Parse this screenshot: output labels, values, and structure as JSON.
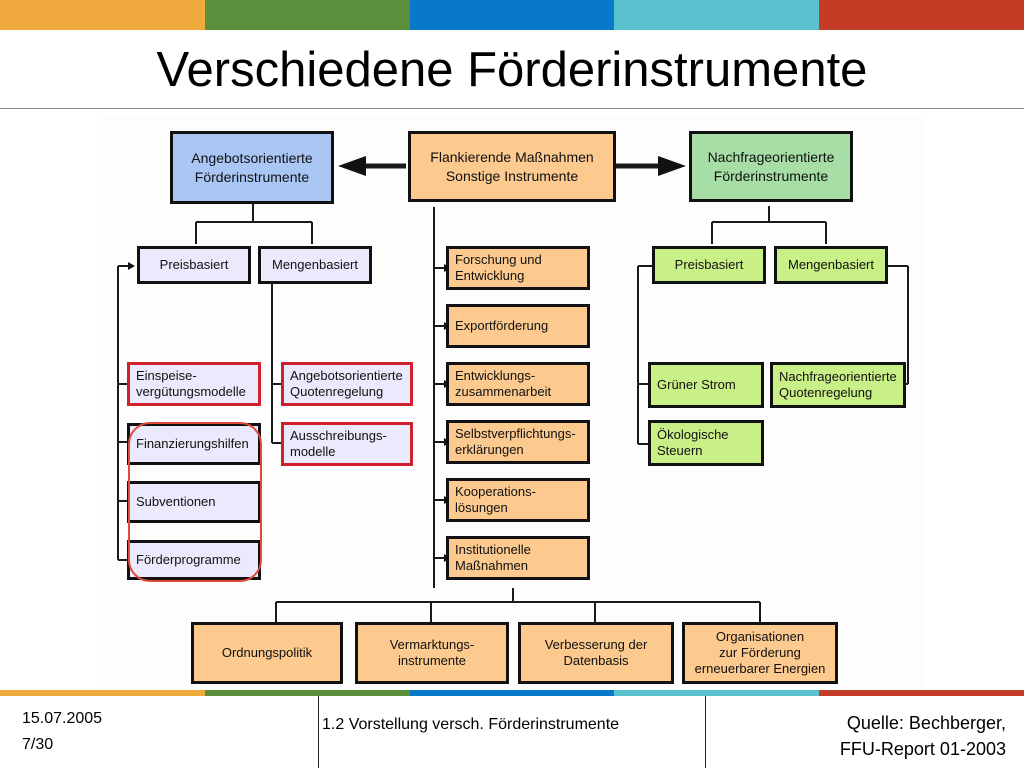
{
  "slide": {
    "title": "Verschiedene Förderinstrumente",
    "accent_colors": [
      "#f0a93c",
      "#5b8f3c",
      "#0779c8",
      "#5ac2cf",
      "#c33a25"
    ]
  },
  "diagram": {
    "top": {
      "supply": "Angebotsorientierte\nFörderinstrumente",
      "flank": "Flankierende Maßnahmen\nSonstige Instrumente",
      "demand": "Nachfrageorientierte\nFörderinstrumente"
    },
    "supply_side": {
      "price_based": "Preisbasiert",
      "quantity_based": "Mengenbasiert",
      "price_items": [
        "Einspeise-\nvergütungsmodelle",
        "Finanzierungshilfen",
        "Subventionen",
        "Förderprogramme"
      ],
      "quantity_items": [
        "Angebotsorientierte\nQuotenregelung",
        "Ausschreibungs-\nmodelle"
      ]
    },
    "flank_items": [
      "Forschung und\nEntwicklung",
      "Exportförderung",
      "Entwicklungs-\nzusammenarbeit",
      "Selbstverpflichtungs-\nerklärungen",
      "Kooperations-\nlösungen",
      "Institutionelle\nMaßnahmen"
    ],
    "demand_side": {
      "price_based": "Preisbasiert",
      "quantity_based": "Mengenbasiert",
      "price_items": [
        "Grüner Strom",
        "Ökologische\nSteuern"
      ],
      "quantity_items": [
        "Nachfrageorientierte\nQuotenregelung"
      ]
    },
    "bottom_items": [
      "Ordnungspolitik",
      "Vermarktungs-\ninstrumente",
      "Verbesserung der\nDatenbasis",
      "Organisationen\nzur Förderung\nerneuerbarer Energien"
    ]
  },
  "footer": {
    "date": "15.07.2005",
    "page": "7/30",
    "section": "1.2   Vorstellung versch. Förderinstrumente",
    "source_line1": "Quelle: Bechberger,",
    "source_line2": "FFU-Report 01-2003"
  }
}
